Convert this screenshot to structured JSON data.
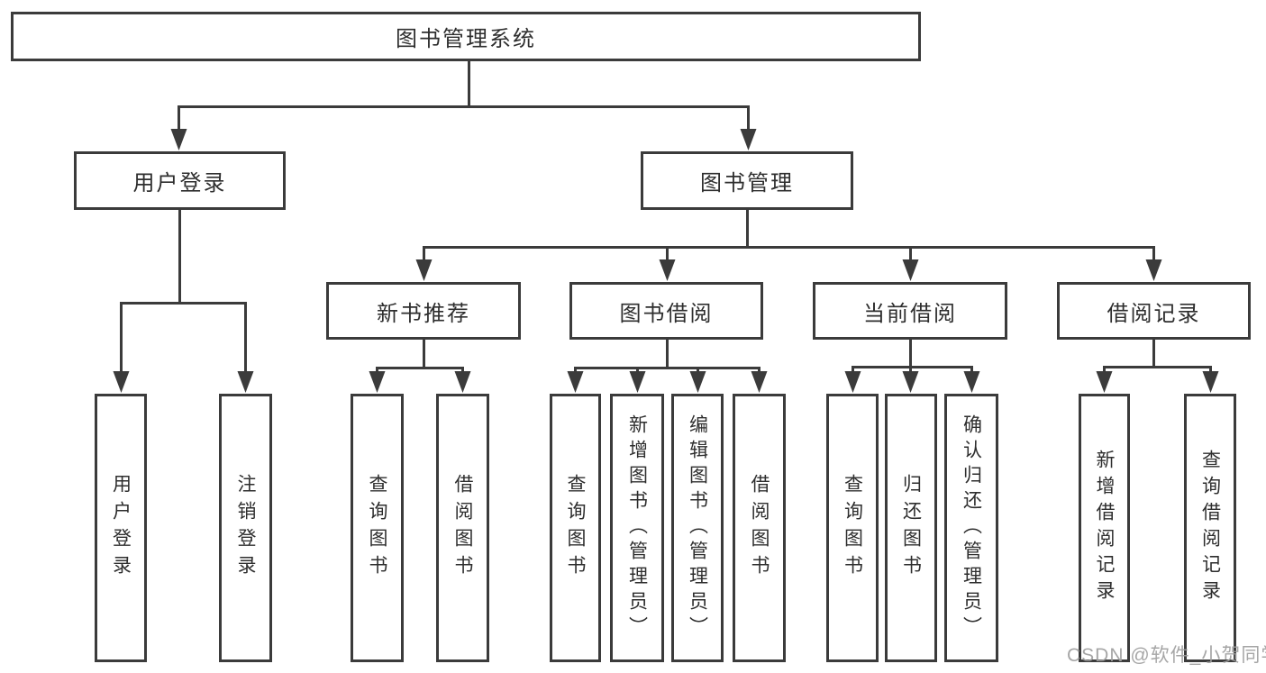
{
  "tree": {
    "root": {
      "label": "图书管理系统"
    },
    "branches": [
      {
        "label": "用户登录",
        "children": [
          {
            "label": "用户登录"
          },
          {
            "label": "注销登录"
          }
        ]
      },
      {
        "label": "图书管理",
        "children": [
          {
            "label": "新书推荐",
            "children": [
              {
                "label": "查询图书"
              },
              {
                "label": "借阅图书"
              }
            ]
          },
          {
            "label": "图书借阅",
            "children": [
              {
                "label": "查询图书"
              },
              {
                "label": "新增图书（管理员）"
              },
              {
                "label": "编辑图书（管理员）"
              },
              {
                "label": "借阅图书"
              }
            ]
          },
          {
            "label": "当前借阅",
            "children": [
              {
                "label": "查询图书"
              },
              {
                "label": "归还图书"
              },
              {
                "label": "确认归还（管理员）"
              }
            ]
          },
          {
            "label": "借阅记录",
            "children": [
              {
                "label": "新增借阅记录"
              },
              {
                "label": "查询借阅记录"
              }
            ]
          }
        ]
      }
    ]
  },
  "watermark": "CSDN @软件_小贺同学",
  "colors": {
    "line": "#3b3b3b",
    "text": "#2e2e2e",
    "watermark": "#9e9e9e",
    "background": "#ffffff"
  }
}
